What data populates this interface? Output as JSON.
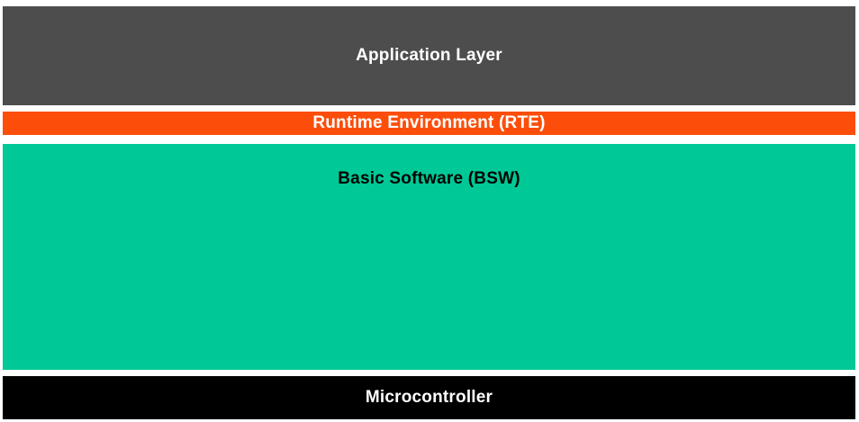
{
  "diagram": {
    "layers": [
      {
        "id": "application-layer",
        "label": "Application Layer",
        "bg_color": "#4D4D4D",
        "text_color": "#FFFFFF"
      },
      {
        "id": "runtime-environment",
        "label": "Runtime Environment (RTE)",
        "bg_color": "#FC4E0A",
        "text_color": "#FFFFFF"
      },
      {
        "id": "basic-software",
        "label": "Basic Software (BSW)",
        "bg_color": "#00C896",
        "text_color": "#000000"
      },
      {
        "id": "microcontroller",
        "label": "Microcontroller",
        "bg_color": "#000000",
        "text_color": "#FFFFFF"
      }
    ]
  }
}
